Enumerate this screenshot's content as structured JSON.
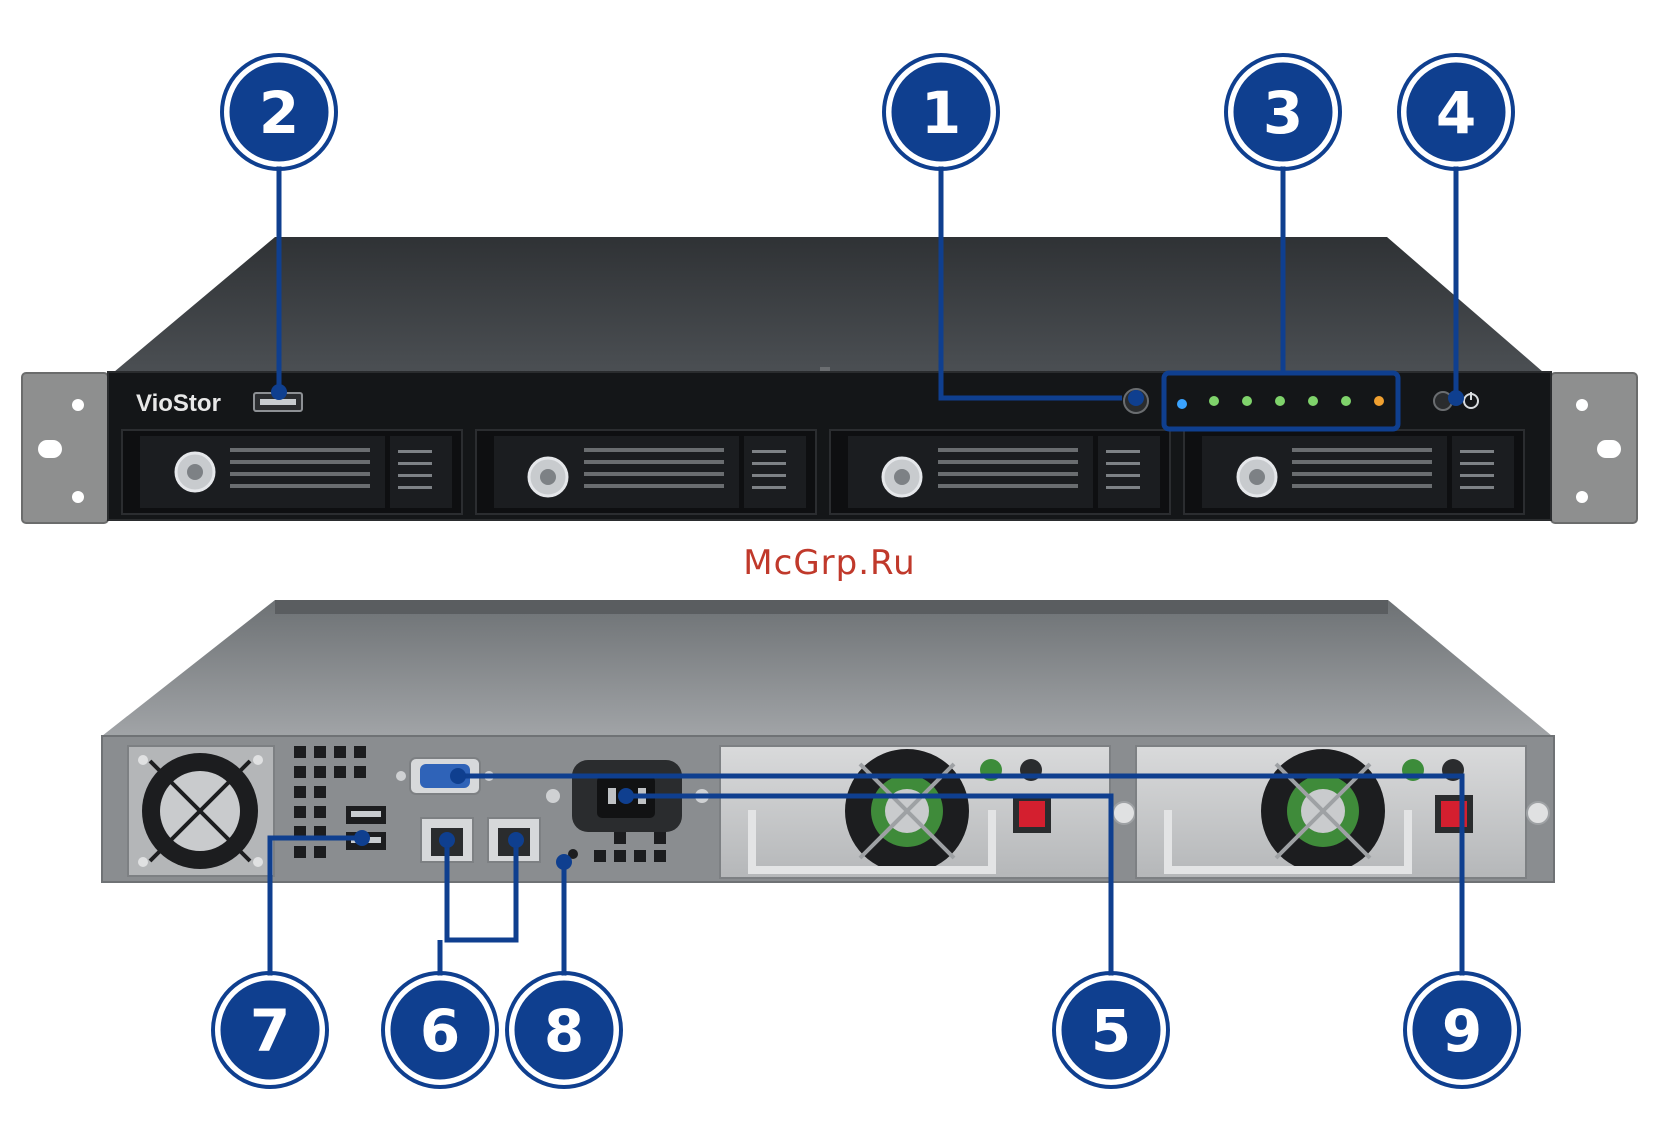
{
  "brand": "VioStor",
  "watermark": "McGrp.Ru",
  "colors": {
    "callout_fill": "#0f3f8f",
    "callout_ring": "#0f3f8f",
    "leader_line": "#0f3f8f",
    "chassis_top": "#3a3d40",
    "front_panel": "#141618",
    "rear_panel": "#8a8d90",
    "led_blue": "#3aa3ff",
    "led_green": "#7fd36b",
    "led_orange": "#f0a030",
    "psu_switch": "#d41f2f"
  },
  "front_callouts": [
    {
      "number": "1",
      "target": "One-touch-copy button"
    },
    {
      "number": "2",
      "target": "USB port"
    },
    {
      "number": "3",
      "target": "Status LEDs"
    },
    {
      "number": "4",
      "target": "Power button"
    }
  ],
  "rear_callouts": [
    {
      "number": "7",
      "target": "USB ports"
    },
    {
      "number": "6",
      "target": "Gigabit LAN ports"
    },
    {
      "number": "8",
      "target": "Reset button"
    },
    {
      "number": "5",
      "target": "Power connector"
    },
    {
      "number": "9",
      "target": "VGA port"
    }
  ],
  "drive_bays": 4,
  "icons": [
    "usb-port-icon",
    "power-icon",
    "lan-port-icon",
    "fan-icon",
    "vga-port-icon",
    "power-socket-icon"
  ]
}
